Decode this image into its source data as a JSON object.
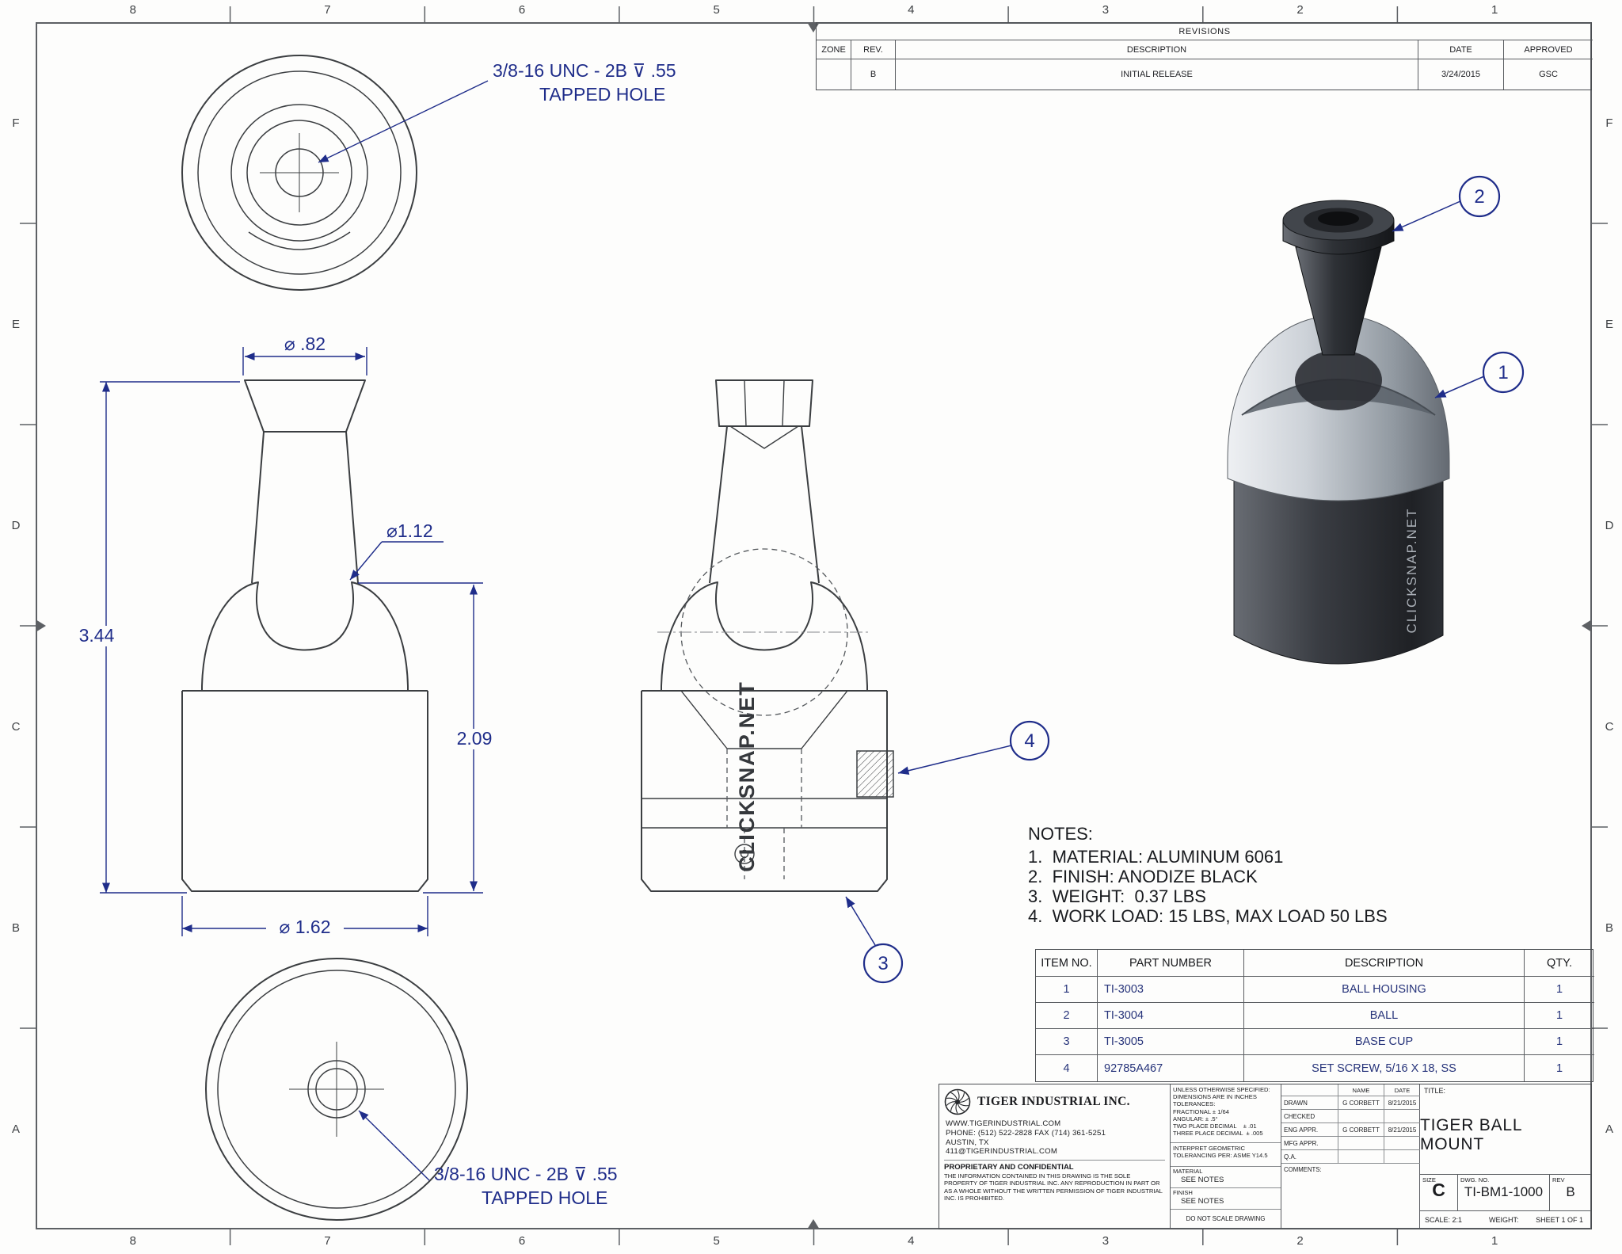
{
  "sheet": {
    "zones_h": [
      "8",
      "7",
      "6",
      "5",
      "4",
      "3",
      "2",
      "1"
    ],
    "zones_v": [
      "F",
      "E",
      "D",
      "C",
      "B",
      "A"
    ]
  },
  "revisions": {
    "title": "REVISIONS",
    "headers": [
      "ZONE",
      "REV.",
      "DESCRIPTION",
      "DATE",
      "APPROVED"
    ],
    "rows": [
      [
        "",
        "B",
        "INITIAL RELEASE",
        "3/24/2015",
        "GSC"
      ]
    ]
  },
  "views": {
    "top": {
      "callout_line1": "3/8-16 UNC - 2B ⊽ .55",
      "callout_line2": "TAPPED HOLE"
    },
    "bottom": {
      "callout_line1": "3/8-16 UNC - 2B ⊽ .55",
      "callout_line2": "TAPPED HOLE"
    },
    "front": {
      "dim_top_dia": "⌀ .82",
      "dim_overall_height": "3.44",
      "dim_neck_dia": "⌀1.12",
      "dim_mid_height": "2.09",
      "dim_base_dia": "⌀ 1.62"
    },
    "section": {
      "watermark": "CLICKSNAP.NET",
      "balloon_3": "3",
      "balloon_4": "4"
    },
    "iso": {
      "watermark": "CLICKSNAP.NET",
      "balloon_1": "1",
      "balloon_2": "2"
    }
  },
  "notes": {
    "title": "NOTES:",
    "items": [
      "1.  MATERIAL: ALUMINUM 6061",
      "2.  FINISH: ANODIZE BLACK",
      "3.  WEIGHT:  0.37 LBS",
      "4.  WORK LOAD: 15 LBS, MAX LOAD 50 LBS"
    ]
  },
  "bom": {
    "headers": [
      "ITEM NO.",
      "PART NUMBER",
      "DESCRIPTION",
      "QTY."
    ],
    "rows": [
      [
        "1",
        "TI-3003",
        "BALL HOUSING",
        "1"
      ],
      [
        "2",
        "TI-3004",
        "BALL",
        "1"
      ],
      [
        "3",
        "TI-3005",
        "BASE CUP",
        "1"
      ],
      [
        "4",
        "92785A467",
        "SET SCREW, 5/16 X 18, SS",
        "1"
      ]
    ]
  },
  "title_block": {
    "company": {
      "name": "TIGER INDUSTRIAL INC.",
      "website": "www.TigerIndustrial.com",
      "phone": "Phone: (512) 522-2828  FAX (714) 361-5251",
      "city": "Austin, TX",
      "email": "411@TigerIndustrial.com"
    },
    "proprietary": {
      "title": "PROPRIETARY AND CONFIDENTIAL",
      "body": "THE INFORMATION CONTAINED IN THIS DRAWING IS THE SOLE PROPERTY OF TIGER INDUSTRIAL INC.  ANY REPRODUCTION IN PART OR AS A WHOLE WITHOUT THE WRITTEN PERMISSION OF TIGER INDUSTRIAL INC. IS PROHIBITED.",
      "material_note": "SEE NOTES",
      "finish_note": "SEE NOTES"
    },
    "tolerances": {
      "header": "UNLESS OTHERWISE SPECIFIED:",
      "lines": [
        "DIMENSIONS ARE IN INCHES",
        "TOLERANCES:",
        "FRACTIONAL ± 1/64",
        "ANGULAR: ± .5°",
        "TWO PLACE DECIMAL    ± .01",
        "THREE PLACE DECIMAL  ± .005"
      ],
      "interpret": "INTERPRET GEOMETRIC TOLERANCING PER: ASME Y14.5",
      "material_label": "MATERIAL",
      "material_value": "SEE NOTES",
      "finish_label": "FINISH",
      "finish_value": "SEE NOTES",
      "no_scale": "DO NOT SCALE DRAWING"
    },
    "approvals": {
      "name_header": "NAME",
      "date_header": "DATE",
      "rows": [
        {
          "label": "DRAWN",
          "name": "G CORBETT",
          "date": "8/21/2015"
        },
        {
          "label": "CHECKED",
          "name": "",
          "date": ""
        },
        {
          "label": "ENG APPR.",
          "name": "G CORBETT",
          "date": "8/21/2015"
        },
        {
          "label": "MFG APPR.",
          "name": "",
          "date": ""
        },
        {
          "label": "Q.A.",
          "name": "",
          "date": ""
        }
      ],
      "comments_label": "COMMENTS:"
    },
    "title_label": "TITLE:",
    "title": "TIGER BALL MOUNT",
    "size_label": "SIZE",
    "size": "C",
    "dwg_no_label": "DWG. NO.",
    "dwg_no": "TI-BM1-1000",
    "rev_label": "REV",
    "rev": "B",
    "scale": "SCALE: 2:1",
    "weight": "WEIGHT:",
    "sheet": "SHEET 1 OF 1"
  },
  "colors": {
    "annotation": "#1f2d8a",
    "drawing_line": "#3b3e41"
  }
}
